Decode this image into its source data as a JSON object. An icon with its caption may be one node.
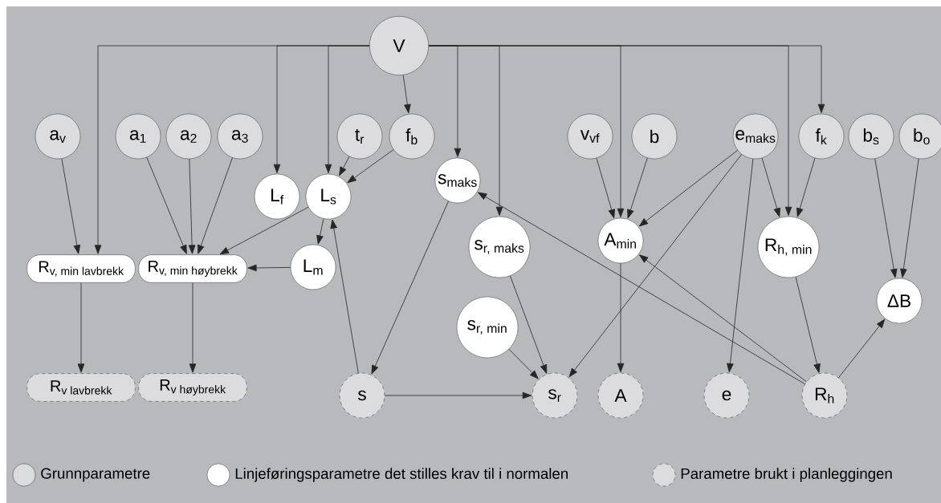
{
  "diagram": {
    "nodes": [
      {
        "text": [
          "V"
        ]
      },
      {
        "text": [
          "a$_{v}$"
        ]
      },
      {
        "text": [
          "a$_{1}$"
        ]
      },
      {
        "text": [
          "a$_{2}$"
        ]
      },
      {
        "text": [
          "a$_{3}$"
        ]
      },
      {
        "text": [
          "t$_{r}$"
        ]
      },
      {
        "text": [
          "f$_{b}$"
        ]
      },
      {
        "text": [
          "v$_{vf}$"
        ]
      },
      {
        "text": [
          "b"
        ]
      },
      {
        "text": [
          "e$_{maks}$"
        ]
      },
      {
        "text": [
          "f$_{k}$"
        ]
      },
      {
        "text": [
          "b$_{s}$"
        ]
      },
      {
        "text": [
          "b$_{o}$"
        ]
      },
      {
        "text": [
          "L$_{f}$"
        ]
      },
      {
        "text": [
          "L$_{s}$"
        ]
      },
      {
        "text": [
          "s$_{maks}$"
        ]
      },
      {
        "text": [
          "\\text{R}_{\\text{v, min lavbrekk}}"
        ]
      },
      {
        "text": [
          "\\text{R}_{\\text{v, min høybrekk}}"
        ]
      },
      {
        "text": [
          "L$_{m}$"
        ]
      },
      {
        "text": [
          "\\text{s}_{\\text{r, maks}}"
        ]
      },
      {
        "text": [
          "A$_{min}$"
        ]
      },
      {
        "text": [
          "\\text{R}_{\\text{h, min}}"
        ]
      },
      {
        "text": [
          "\\text{s}_{\\text{r, min}}"
        ]
      },
      {
        "text": [
          "ΔB"
        ]
      },
      {
        "text": [
          "\\text{R}_{\\text{v lavbrekk}}"
        ]
      },
      {
        "text": [
          "\\text{R}_{\\text{v høybrekk}}"
        ]
      },
      {
        "text": [
          "s"
        ]
      },
      {
        "text": [
          "s$_{r}$"
        ]
      },
      {
        "text": [
          "A"
        ]
      },
      {
        "text": [
          "e"
        ]
      },
      {
        "text": [
          "R$_{h}$"
        ]
      }
    ],
    "edges": [
      {
        "from": 0,
        "to": 16,
        "arrow": "to"
      },
      {
        "from": 0,
        "to": 13,
        "arrow": "to"
      },
      {
        "from": 0,
        "to": 14,
        "arrow": "to"
      },
      {
        "from": 0,
        "to": 6,
        "arrow": "to"
      },
      {
        "from": 0,
        "to": 15,
        "arrow": "to"
      },
      {
        "from": 0,
        "to": 19,
        "arrow": "to"
      },
      {
        "from": 0,
        "to": 20,
        "arrow": "to"
      },
      {
        "from": 0,
        "to": 21,
        "arrow": "to"
      },
      {
        "from": 0,
        "to": 10,
        "arrow": "to"
      },
      {
        "from": 1,
        "to": 16,
        "arrow": "to"
      },
      {
        "from": 2,
        "to": 17,
        "arrow": "to"
      },
      {
        "from": 3,
        "to": 17,
        "arrow": "to"
      },
      {
        "from": 4,
        "to": 17,
        "arrow": "to"
      },
      {
        "from": 5,
        "to": 14,
        "arrow": "to"
      },
      {
        "from": 6,
        "to": 14,
        "arrow": "to"
      },
      {
        "from": 14,
        "to": 17,
        "arrow": "to"
      },
      {
        "from": 14,
        "to": 18,
        "arrow": "to"
      },
      {
        "from": 18,
        "to": 17,
        "arrow": "to"
      },
      {
        "from": 26,
        "to": 14,
        "arrow": "to"
      },
      {
        "from": 15,
        "to": 26,
        "arrow": "to"
      },
      {
        "from": 7,
        "to": 20,
        "arrow": "to"
      },
      {
        "from": 8,
        "to": 20,
        "arrow": "to"
      },
      {
        "from": 9,
        "to": 20,
        "arrow": "to"
      },
      {
        "from": 9,
        "to": 27,
        "arrow": "to"
      },
      {
        "from": 9,
        "to": 29,
        "arrow": "to"
      },
      {
        "from": 9,
        "to": 21,
        "arrow": "to"
      },
      {
        "from": 10,
        "to": 21,
        "arrow": "to"
      },
      {
        "from": 11,
        "to": 23,
        "arrow": "to"
      },
      {
        "from": 12,
        "to": 23,
        "arrow": "to"
      },
      {
        "from": 19,
        "to": 27,
        "arrow": "to"
      },
      {
        "from": 22,
        "to": 27,
        "arrow": "to"
      },
      {
        "from": 20,
        "to": 28,
        "arrow": "to"
      },
      {
        "from": 21,
        "to": 30,
        "arrow": "to"
      },
      {
        "from": 30,
        "to": 23,
        "arrow": "to"
      },
      {
        "from": 30,
        "to": 15,
        "arrow": "to"
      },
      {
        "from": 30,
        "to": 20,
        "arrow": "to"
      },
      {
        "from": 16,
        "to": 24,
        "arrow": "to"
      },
      {
        "from": 17,
        "to": 25,
        "arrow": "to"
      },
      {
        "from": 26,
        "to": 27,
        "arrow": "to"
      }
    ],
    "legend": [
      {
        "text": "Grunnparametre"
      },
      {
        "text": "Linjeføringsparametre det stilles krav til i normalen"
      },
      {
        "text": "Parametre brukt i planleggingen"
      }
    ]
  }
}
